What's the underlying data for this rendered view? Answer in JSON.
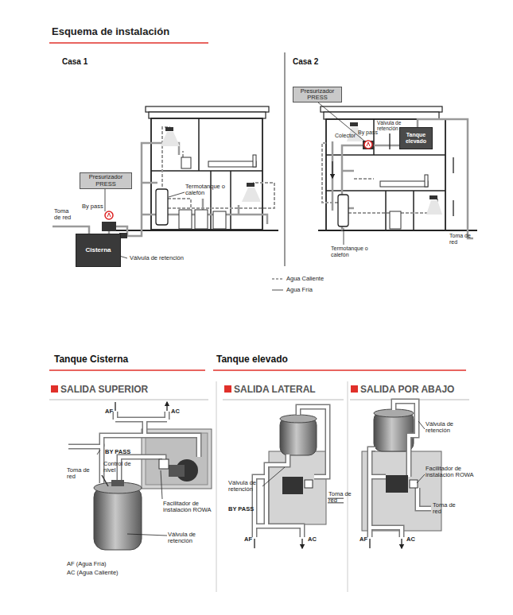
{
  "diagram": {
    "title": "Esquema de instalación",
    "nodes": [
      {
        "text": [
          "Presurizador PRESS"
        ]
      },
      {
        "text": [
          "Cisterna"
        ]
      },
      {
        "text": [
          "Presurizador PRESS"
        ]
      },
      {
        "text": [
          "Tanque elevado"
        ]
      }
    ],
    "labels": [
      "Casa 1",
      "Toma de red",
      "By pass",
      "Válvula de retención",
      "Termotanque o calefón",
      "Casa 2",
      "Válvula de retención",
      "By pass",
      "Colector",
      "Termotanque o calefón",
      "Toma de red",
      "Tanque Cisterna",
      "Tanque elevado",
      "SALIDA SUPERIOR",
      "SALIDA LATERAL",
      "SALIDA POR ABAJO",
      "AF",
      "AC",
      "BY PASS",
      "Toma de red",
      "Control de nivel",
      "Facilitador de instalación ROWA",
      "Válvula de retención",
      "AF (Agua Fría)",
      "AC (Agua Caliente)",
      "Válvula de retención",
      "BY PASS",
      "Toma de red",
      "AF",
      "AC",
      "Válvula de retención",
      "Facilitador de instalación ROWA",
      "Toma de red",
      "AF",
      "AC"
    ],
    "legend": [
      {
        "text": "Agua Caliente"
      },
      {
        "text": "Agua Fría"
      }
    ]
  }
}
